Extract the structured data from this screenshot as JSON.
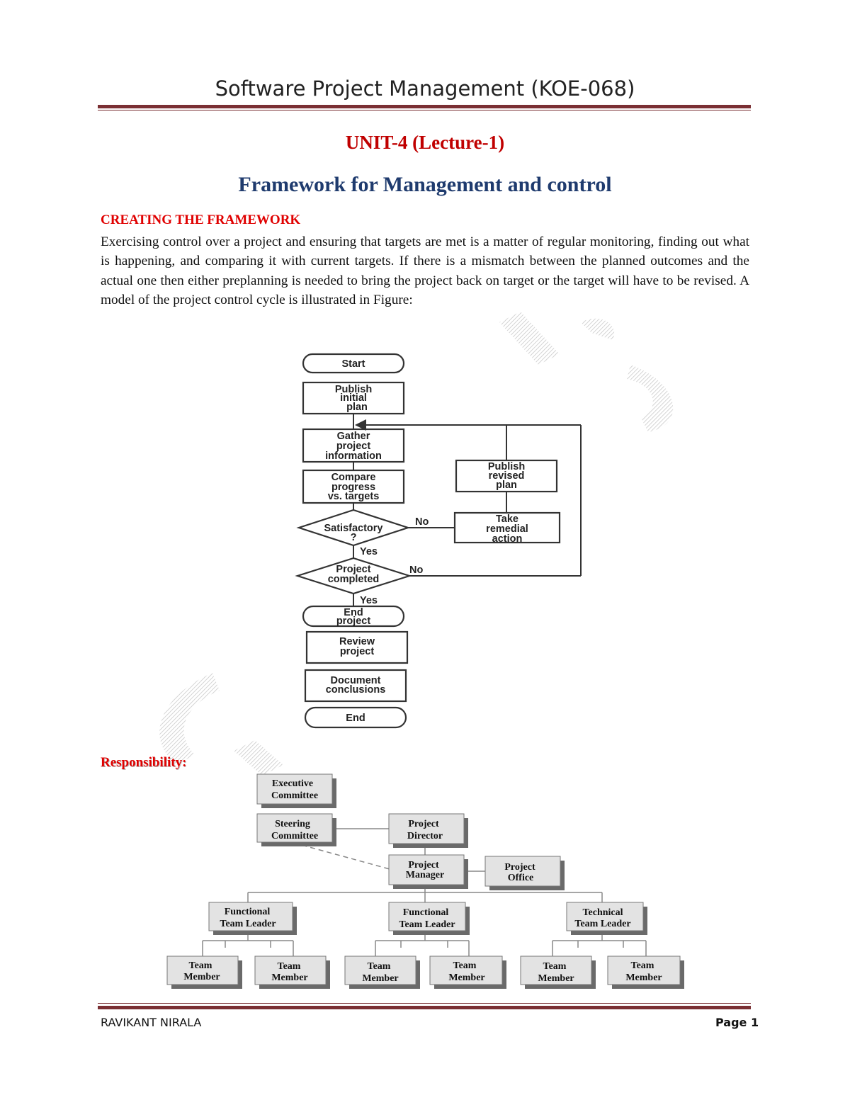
{
  "header": {
    "title": "Software Project Management (KOE-068)"
  },
  "unit_title": "UNIT-4 (Lecture-1)",
  "subtitle": "Framework for Management and control",
  "section": {
    "heading": "CREATING THE FRAMEWORK",
    "paragraph": "Exercising control over a project and ensuring that targets are met is a matter of regular monitoring, finding out what is happening, and comparing it with current targets. If there is a mismatch between the planned outcomes and the actual one then either preplanning is needed to bring the project back on target or the target will have to be revised. A model of the project control cycle is illustrated in Figure:"
  },
  "flowchart": {
    "start": "Start",
    "publish_initial": [
      "Publish",
      "initial",
      "plan"
    ],
    "gather": [
      "Gather",
      "project",
      "information"
    ],
    "compare": [
      "Compare",
      "progress",
      "vs. targets"
    ],
    "satisfactory": [
      "Satisfactory",
      "?"
    ],
    "project_completed": [
      "Project",
      "completed"
    ],
    "end_project": [
      "End",
      "project"
    ],
    "review": [
      "Review",
      "project"
    ],
    "document": [
      "Document",
      "conclusions"
    ],
    "end": "End",
    "publish_revised": [
      "Publish",
      "revised",
      "plan"
    ],
    "remedial": [
      "Take",
      "remedial",
      "action"
    ],
    "no_label_1": "No",
    "yes_label_1": "Yes",
    "no_label_2": "No",
    "yes_label_2": "Yes"
  },
  "responsibility": {
    "heading": "Responsibility:",
    "executive_committee": [
      "Executive",
      "Committee"
    ],
    "steering_committee": [
      "Steering",
      "Committee"
    ],
    "project_director": [
      "Project",
      "Director"
    ],
    "project_manager": [
      "Project",
      "Manager"
    ],
    "project_office": [
      "Project",
      "Office"
    ],
    "leader_1": [
      "Functional",
      "Team Leader"
    ],
    "leader_2": [
      "Functional",
      "Team Leader"
    ],
    "leader_3": [
      "Technical",
      "Team Leader"
    ],
    "member": [
      "Team",
      "Member"
    ]
  },
  "footer": {
    "author": "RAVIKANT NIRALA",
    "page": "Page 1"
  }
}
